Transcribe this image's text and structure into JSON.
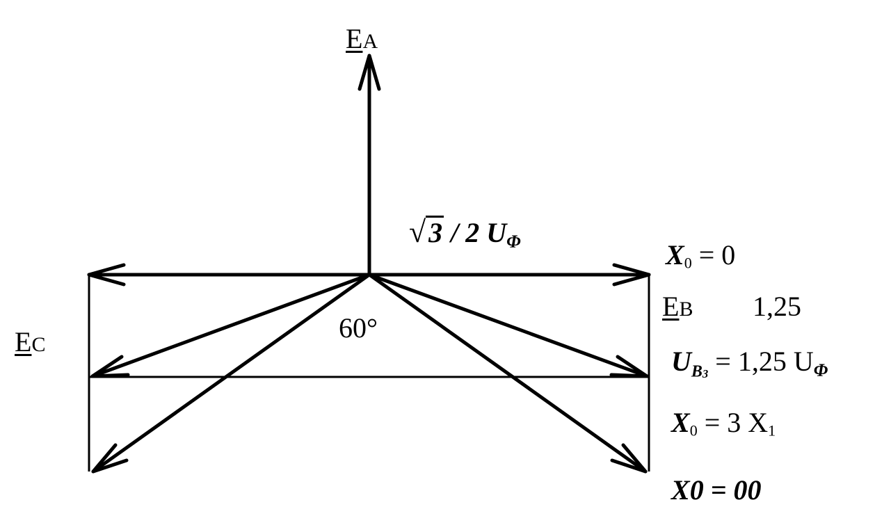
{
  "labels": {
    "ea": {
      "main": "E",
      "sub": "A"
    },
    "eb": {
      "main": "E",
      "sub": "B"
    },
    "ec": {
      "main": "E",
      "sub": "C"
    },
    "angle": "60°",
    "sqrt_expr": {
      "radicand": "3",
      "rest": "/ 2 U",
      "sub": "Φ"
    },
    "x0_zero": {
      "main": "X",
      "sub": "0",
      "rest": " = 0"
    },
    "factor": "1,25",
    "ub3": {
      "main": "U",
      "sub": "B",
      "subsub": "3",
      "rest": " = 1,25 U",
      "tail_sub": "Φ"
    },
    "x0_3x1": {
      "main": "X",
      "sub": "0",
      "mid": " = 3  X",
      "sub2": "1"
    },
    "x0_inf": {
      "main": "X",
      "sub": "0",
      "rest": " = 00"
    }
  },
  "colors": {
    "ink": "#000000",
    "background": "#ffffff"
  }
}
